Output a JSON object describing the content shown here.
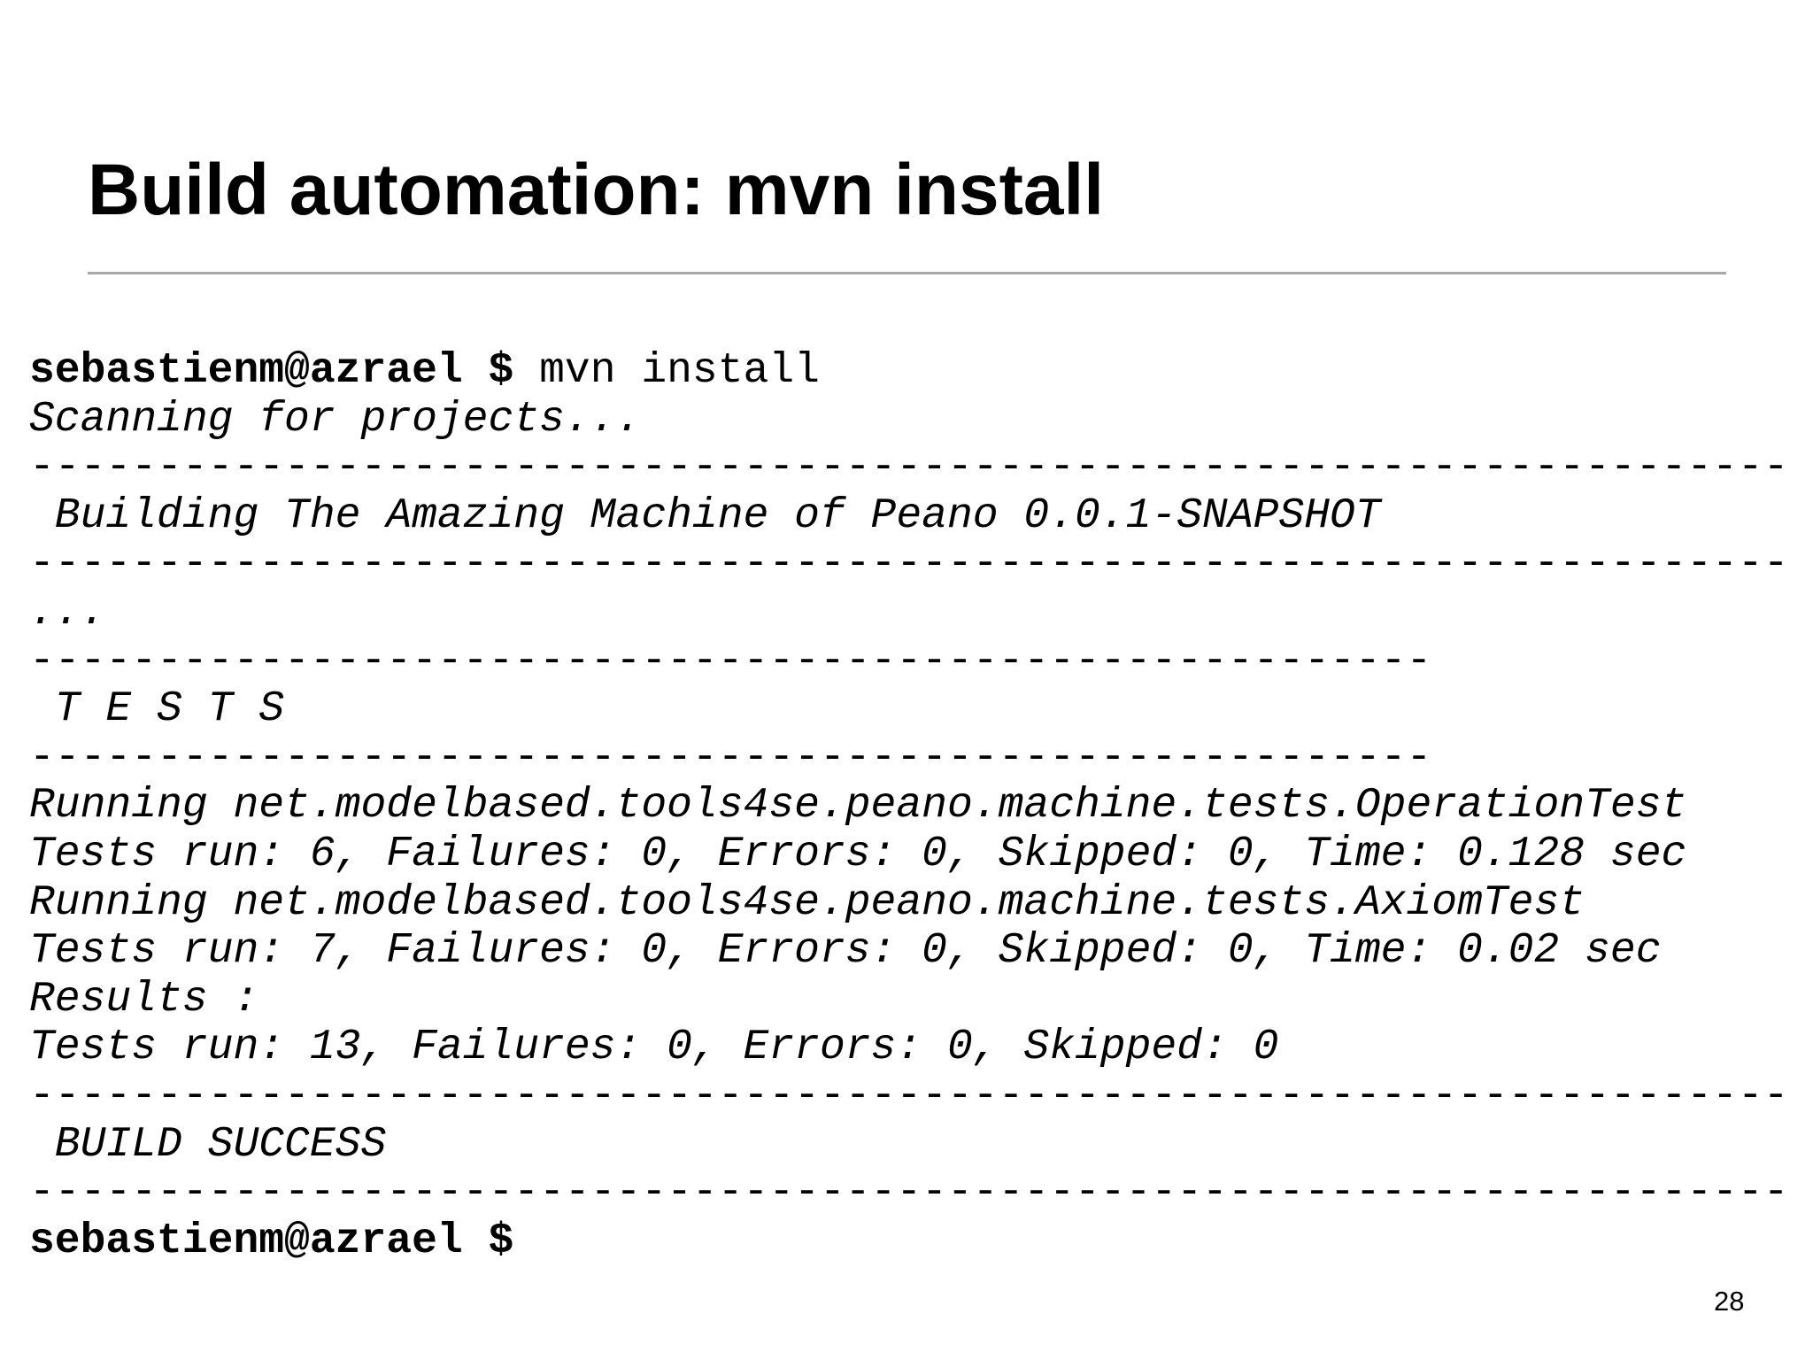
{
  "slide": {
    "title_prefix": "Build automation: ",
    "title_emphasis": "mvn install",
    "page_number": "28",
    "colors": {
      "background": "#ffffff",
      "text": "#000000",
      "title_rule": "#a8a8a8"
    }
  },
  "terminal": {
    "prompt": "sebastienm@azrael $",
    "command": "mvn install",
    "separator_long": "---------------------------------------------------------------------",
    "separator_short": "-------------------------------------------------------",
    "lines": [
      {
        "type": "prompt",
        "segments": [
          {
            "style": "bold",
            "text": "sebastienm@azrael $"
          },
          {
            "style": "plain",
            "text": " mvn install"
          }
        ]
      },
      {
        "type": "output",
        "style": "italic",
        "text": "Scanning for projects..."
      },
      {
        "type": "separator",
        "length": "long"
      },
      {
        "type": "output",
        "style": "italic",
        "text": " Building The Amazing Machine of Peano 0.0.1-SNAPSHOT"
      },
      {
        "type": "separator",
        "length": "long"
      },
      {
        "type": "output",
        "style": "italic",
        "text": "..."
      },
      {
        "type": "separator",
        "length": "short"
      },
      {
        "type": "output",
        "style": "italic",
        "text": " T E S T S"
      },
      {
        "type": "separator",
        "length": "short"
      },
      {
        "type": "output",
        "style": "italic",
        "text": "Running net.modelbased.tools4se.peano.machine.tests.OperationTest"
      },
      {
        "type": "output",
        "style": "italic",
        "text": "Tests run: 6, Failures: 0, Errors: 0, Skipped: 0, Time: 0.128 sec"
      },
      {
        "type": "output",
        "style": "italic",
        "text": "Running net.modelbased.tools4se.peano.machine.tests.AxiomTest"
      },
      {
        "type": "output",
        "style": "italic",
        "text": "Tests run: 7, Failures: 0, Errors: 0, Skipped: 0, Time: 0.02 sec"
      },
      {
        "type": "output",
        "style": "italic",
        "text": "Results :"
      },
      {
        "type": "output",
        "style": "italic",
        "text": "Tests run: 13, Failures: 0, Errors: 0, Skipped: 0"
      },
      {
        "type": "separator",
        "length": "long"
      },
      {
        "type": "output",
        "style": "italic",
        "text": " BUILD SUCCESS"
      },
      {
        "type": "separator",
        "length": "long"
      },
      {
        "type": "prompt",
        "segments": [
          {
            "style": "bold",
            "text": "sebastienm@azrael $"
          }
        ]
      }
    ]
  }
}
